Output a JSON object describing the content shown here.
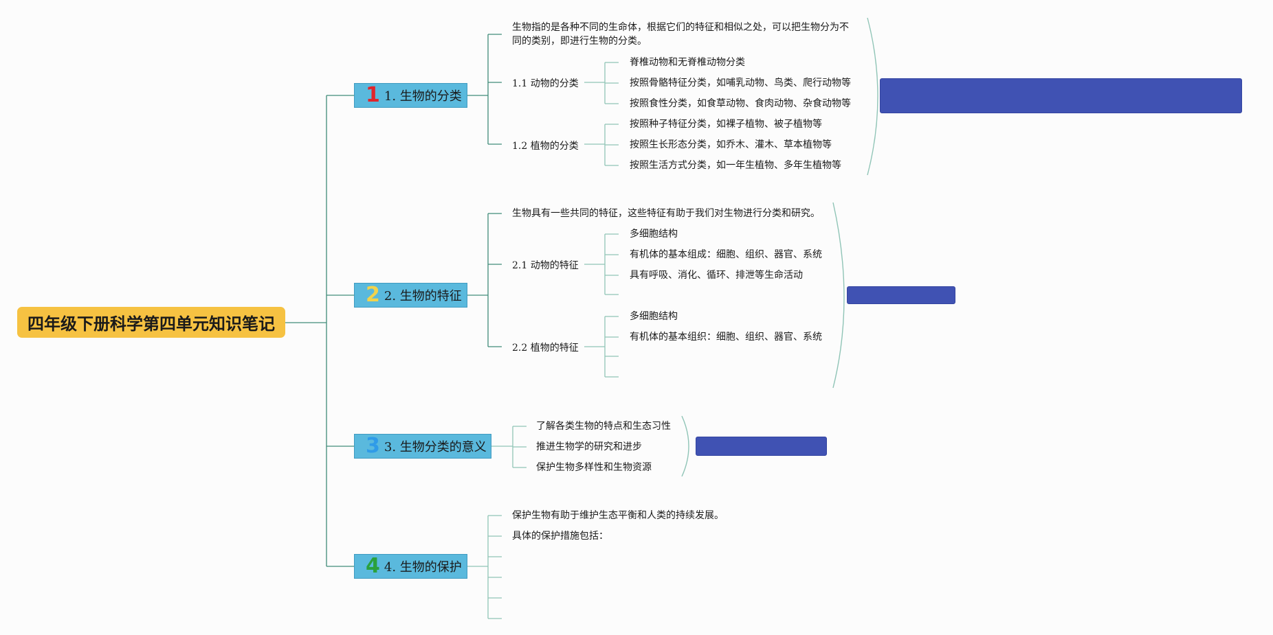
{
  "root": {
    "title": "四年级下册科学第四单元知识笔记"
  },
  "colors": {
    "root_bg": "#f6c242",
    "branch_bg": "#5ab9dd",
    "line": "#3f8b78",
    "summary_bg": "#4052b3",
    "num1": "#e0242b",
    "num2": "#f2d34c",
    "num3": "#2f9be8",
    "num4": "#2aa13d"
  },
  "branches": [
    {
      "num": "1",
      "label": "1. 生物的分类",
      "intro": "生物指的是各种不同的生命体，根据它们的特征和相似之处，可以把生物分为不同的类别，即进行生物的分类。",
      "subs": [
        {
          "label": "1.1 动物的分类",
          "items": [
            "脊椎动物和无脊椎动物分类",
            "按照骨骼特征分类，如哺乳动物、鸟类、爬行动物等",
            "按照食性分类，如食草动物、食肉动物、杂食动物等"
          ]
        },
        {
          "label": "1.2 植物的分类",
          "items": [
            "按照种子特征分类，如裸子植物、被子植物等",
            "按照生长形态分类，如乔木、灌木、草本植物等",
            "按照生活方式分类，如一年生植物、多年生植物等"
          ]
        }
      ],
      "summary": ""
    },
    {
      "num": "2",
      "label": "2. 生物的特征",
      "intro": "生物具有一些共同的特征，这些特征有助于我们对生物进行分类和研究。",
      "subs": [
        {
          "label": "2.1 动物的特征",
          "items": [
            "多细胞结构",
            "有机体的基本组成：细胞、组织、器官、系统",
            "具有呼吸、消化、循环、排泄等生命活动",
            ""
          ]
        },
        {
          "label": "2.2 植物的特征",
          "items": [
            "多细胞结构",
            "有机体的基本组织：细胞、组织、器官、系统",
            "",
            ""
          ]
        }
      ],
      "summary": ""
    },
    {
      "num": "3",
      "label": "3. 生物分类的意义",
      "items": [
        "了解各类生物的特点和生态习性",
        "推进生物学的研究和进步",
        "保护生物多样性和生物资源"
      ],
      "summary": ""
    },
    {
      "num": "4",
      "label": "4. 生物的保护",
      "items": [
        "保护生物有助于维护生态平衡和人类的持续发展。",
        "具体的保护措施包括：",
        "",
        "",
        "",
        ""
      ]
    }
  ]
}
